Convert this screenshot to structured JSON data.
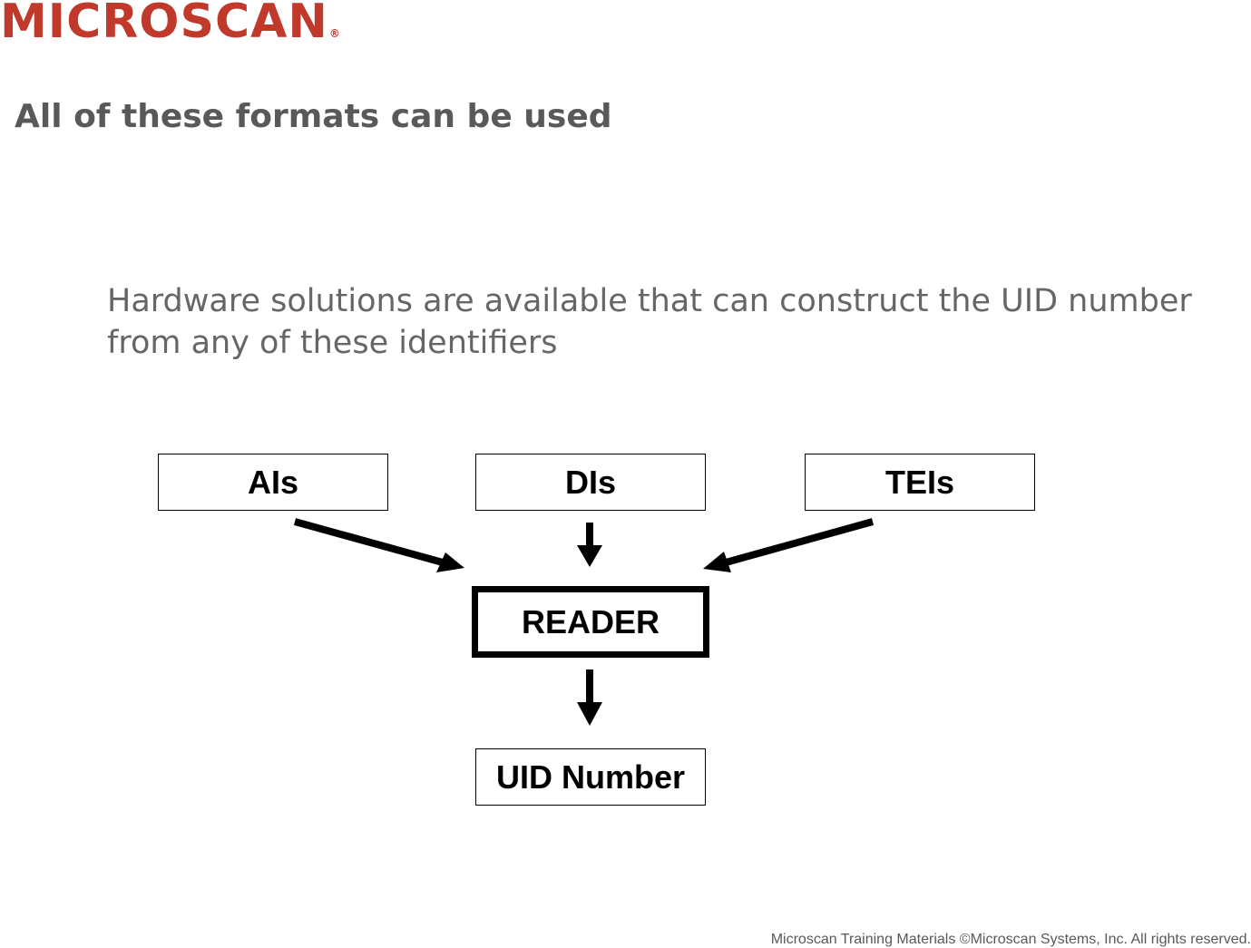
{
  "header": {
    "logo_text": "MICROSCAN",
    "logo_mark": "®",
    "title": "All of these formats can be used"
  },
  "content": {
    "text": "Hardware solutions are available that can construct the UID number from any of these identifiers"
  },
  "diagram": {
    "nodes": {
      "ais": "AIs",
      "dis": "DIs",
      "teis": "TEIs",
      "reader": "READER",
      "uid": "UID Number"
    },
    "edges": [
      {
        "from": "AIs",
        "to": "READER"
      },
      {
        "from": "DIs",
        "to": "READER"
      },
      {
        "from": "TEIs",
        "to": "READER"
      },
      {
        "from": "READER",
        "to": "UID Number"
      }
    ]
  },
  "footer": {
    "text": "Microscan Training Materials ©Microscan Systems, Inc. All rights reserved."
  },
  "colors": {
    "brand": "#c0392b",
    "title": "#595959",
    "body_text": "#666666",
    "diagram": "#000000"
  }
}
